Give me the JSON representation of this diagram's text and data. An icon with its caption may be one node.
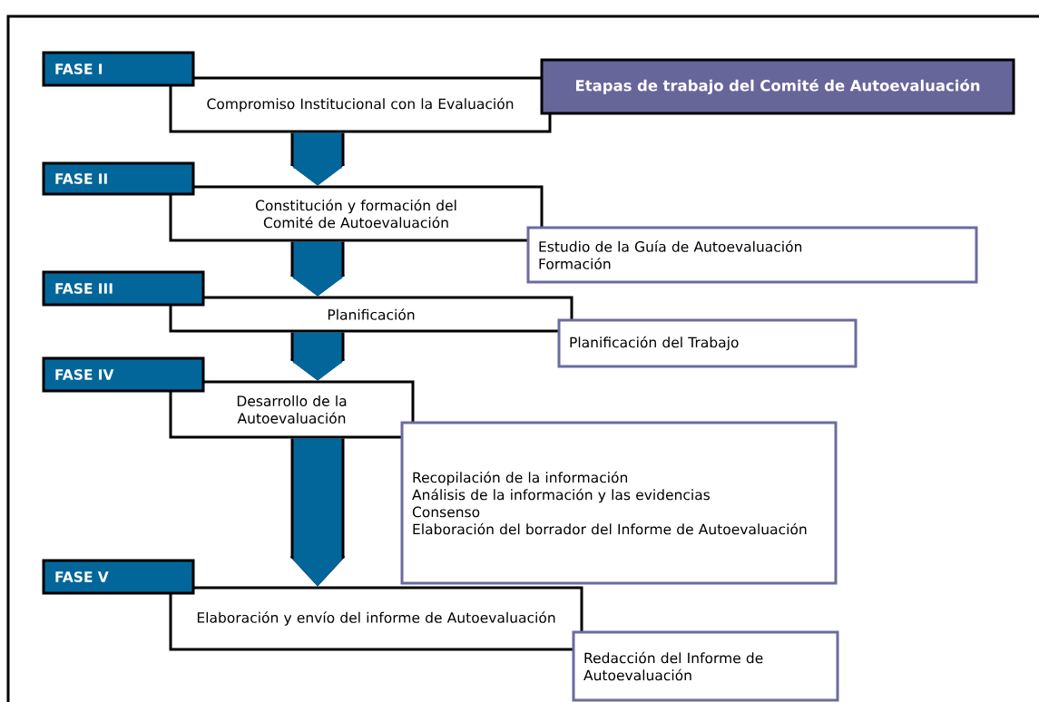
{
  "diagram": {
    "nodes": [
      {
        "text": [
          "Etapas de trabajo del Comité de Autoevaluación"
        ]
      },
      {
        "text": [
          "FASE I"
        ]
      },
      {
        "text": [
          "Compromiso Institucional con la Evaluación"
        ]
      },
      {
        "text": [
          "FASE II"
        ]
      },
      {
        "text": [
          "Constitución y formación del Comité de Autoevaluación"
        ]
      },
      {
        "text": [
          "Estudio de la Guía de Autoevaluación",
          "Formación"
        ]
      },
      {
        "text": [
          "FASE III"
        ]
      },
      {
        "text": [
          "Planificación"
        ]
      },
      {
        "text": [
          "Planificación del Trabajo"
        ]
      },
      {
        "text": [
          "FASE IV"
        ]
      },
      {
        "text": [
          "Desarrollo de la Autoevaluación"
        ]
      },
      {
        "text": [
          "Recopilación de la información",
          "Análisis de la información y las evidencias",
          "Consenso",
          "Elaboración del borrador del Informe de Autoevaluación"
        ]
      },
      {
        "text": [
          "FASE V"
        ]
      },
      {
        "text": [
          "Elaboración y envío del informe de Autoevaluación"
        ]
      },
      {
        "text": [
          "Redacción del Informe de Autoevaluación"
        ]
      }
    ],
    "edges": [
      {
        "from": 2,
        "to": 4,
        "arrow": "to"
      },
      {
        "from": 4,
        "to": 7,
        "arrow": "to"
      },
      {
        "from": 7,
        "to": 10,
        "arrow": "to"
      },
      {
        "from": 10,
        "to": 13,
        "arrow": "to"
      }
    ]
  }
}
